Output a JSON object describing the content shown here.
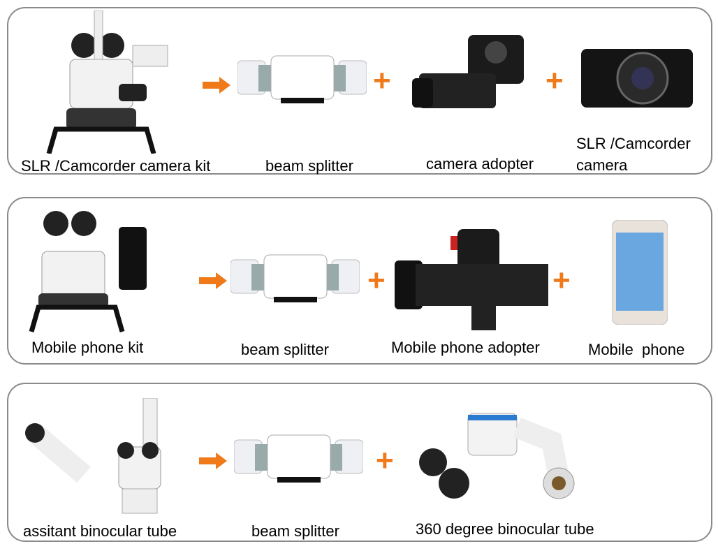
{
  "colors": {
    "accent": "#f07a1a",
    "border": "#8a8a8a"
  },
  "rows": [
    {
      "items": [
        "SLR /Camcorder camera kit",
        "beam splitter",
        "camera adopter"
      ],
      "last_line1": "SLR /Camcorder",
      "last_line2": "camera"
    },
    {
      "items": [
        "Mobile phone kit",
        "beam splitter",
        "Mobile phone adopter",
        "Mobile  phone"
      ]
    },
    {
      "items": [
        "assitant binocular tube",
        "beam splitter",
        "360 degree binocular tube"
      ]
    }
  ],
  "symbols": {
    "plus": "+"
  },
  "icons": [
    "arrow-right-icon",
    "plus-icon",
    "microscope",
    "beam-splitter",
    "camera-adapter",
    "slr-camera",
    "phone-adapter",
    "mobile-phone",
    "binocular-tube"
  ]
}
